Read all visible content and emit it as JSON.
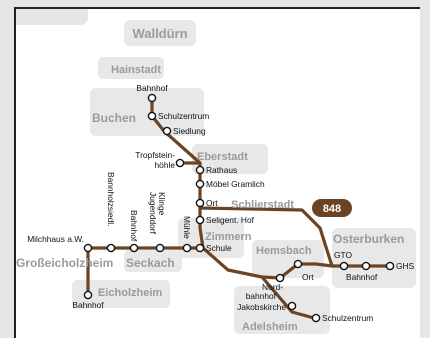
{
  "route": {
    "badge": "848",
    "line_color": "#6b4423",
    "badge_color": "#6b4423"
  },
  "towns": {
    "walldurn": "Walldürn",
    "hainstadt": "Hainstadt",
    "buchen": "Buchen",
    "eberstadt": "Eberstadt",
    "schlierstadt": "Schlierstadt",
    "zimmern": "Zimmern",
    "hemsbach": "Hemsbach",
    "osterburken": "Osterburken",
    "seckach": "Seckach",
    "grosseicholzheim": "Großeicholzheim",
    "eicholzheim": "Eicholzheim",
    "adelsheim": "Adelsheim"
  },
  "stops": {
    "hainstadt_bahnhof": "Bahnhof",
    "buchen_schulzentrum": "Schulzentrum",
    "buchen_siedlung": "Siedlung",
    "tropfsteinhoehle_1": "Tropfstein-",
    "tropfsteinhoehle_2": "höhle",
    "eberstadt_rathaus": "Rathaus",
    "eberstadt_moebel": "Möbel Gramlich",
    "schlierstadt_ort": "Ort",
    "seligent_hof": "Seligent. Hof",
    "zimmern_schule": "Schule",
    "zimmern_muehle": "Mühle",
    "jugenddorf_1": "Jugenddorf",
    "jugenddorf_2": "Klinge",
    "seckach_bahnhof": "Bahnhof",
    "bannholzsiedl": "Bannholzsiedl.",
    "milchhaus": "Milchhaus a.W.",
    "eicholzheim_bahnhof": "Bahnhof",
    "nordbahnhof_1": "Nord-",
    "nordbahnhof_2": "bahnhof",
    "hemsbach_ort": "Ort",
    "jakobskirche": "Jakobskirche",
    "adelsheim_schulzentrum": "Schulzentrum",
    "osterburken_gto": "GTO",
    "osterburken_bahnhof": "Bahnhof",
    "osterburken_ghs": "GHS"
  }
}
